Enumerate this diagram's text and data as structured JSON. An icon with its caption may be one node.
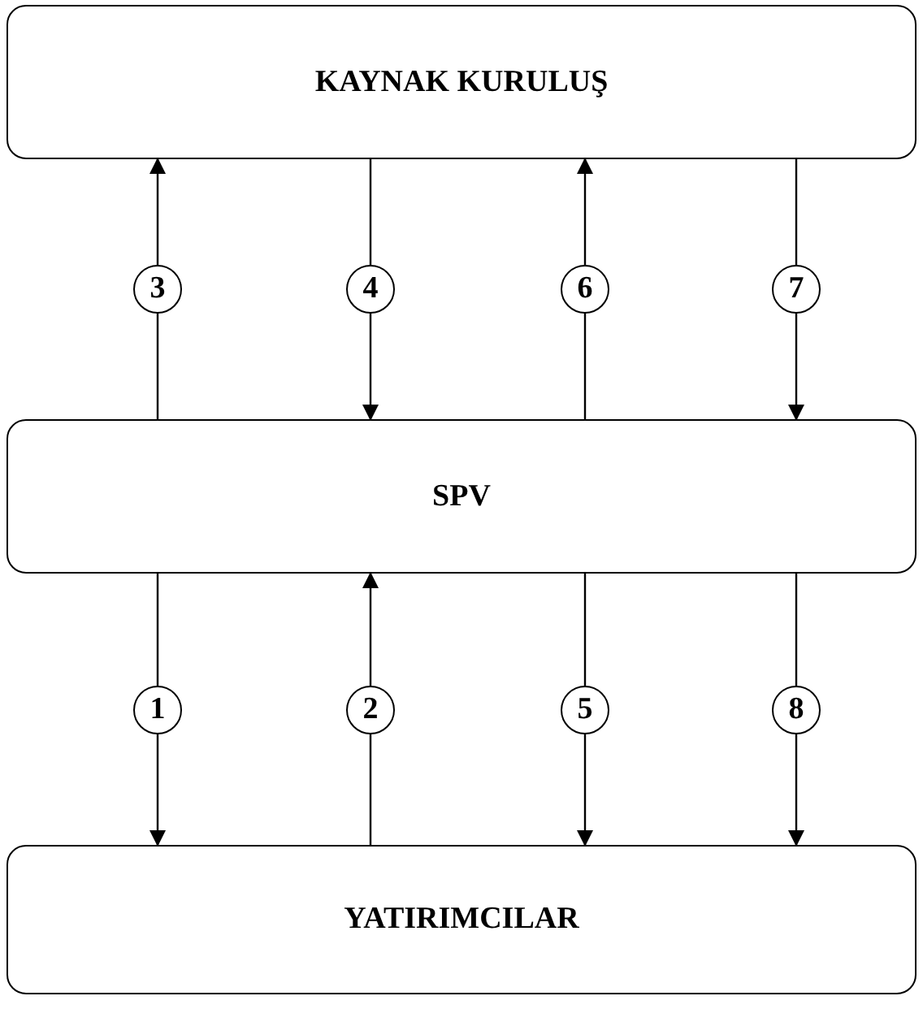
{
  "diagram": {
    "nodes": [
      {
        "text": [
          "KAYNAK KURULUŞ"
        ]
      },
      {
        "text": [
          "SPV"
        ]
      },
      {
        "text": [
          "YATIRIMCILAR"
        ]
      }
    ],
    "edges": [
      {
        "from": 1,
        "to": 0,
        "arrow": "to",
        "label": "3"
      },
      {
        "from": 0,
        "to": 1,
        "arrow": "to",
        "label": "4"
      },
      {
        "from": 1,
        "to": 0,
        "arrow": "to",
        "label": "6"
      },
      {
        "from": 0,
        "to": 1,
        "arrow": "to",
        "label": "7"
      },
      {
        "from": 1,
        "to": 2,
        "arrow": "to",
        "label": "1"
      },
      {
        "from": 2,
        "to": 1,
        "arrow": "to",
        "label": "2"
      },
      {
        "from": 1,
        "to": 2,
        "arrow": "to",
        "label": "5"
      },
      {
        "from": 1,
        "to": 2,
        "arrow": "to",
        "label": "8"
      }
    ]
  }
}
